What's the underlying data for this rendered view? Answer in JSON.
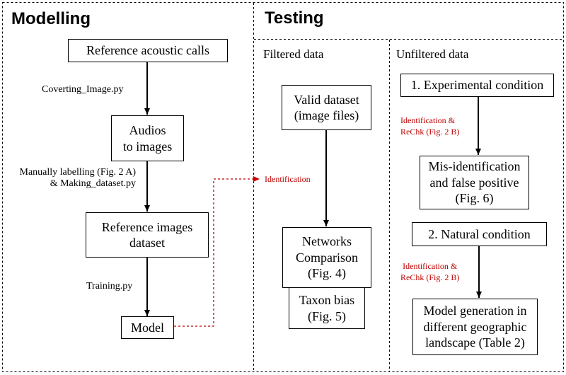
{
  "headers": {
    "modelling": "Modelling",
    "testing": "Testing",
    "filtered": "Filtered data",
    "unfiltered": "Unfiltered data"
  },
  "nodes": {
    "reference_calls": [
      "Reference acoustic calls"
    ],
    "audios_to_images": [
      "Audios",
      "to images"
    ],
    "reference_images_dataset": [
      "Reference images",
      "dataset"
    ],
    "model": [
      "Model"
    ],
    "valid_dataset": [
      "Valid dataset",
      "(image files)"
    ],
    "networks_comparison": [
      "Networks",
      "Comparison",
      "(Fig. 4)"
    ],
    "taxon_bias": [
      "Taxon bias",
      "(Fig. 5)"
    ],
    "experimental_condition": [
      "1. Experimental condition"
    ],
    "misidentification": [
      "Mis-identification",
      "and false positive",
      "(Fig. 6)"
    ],
    "natural_condition": [
      "2. Natural condition"
    ],
    "model_generation": [
      "Model generation in",
      "different geographic",
      "landscape  (Table 2)"
    ]
  },
  "edge_labels": {
    "converting": "Coverting_Image.py",
    "manual_labelling": [
      "Manually labelling (Fig. 2 A)",
      "&  Making_dataset.py"
    ],
    "training": "Training.py",
    "identification_filtered": "Identification",
    "identification_exp": [
      "Identification  &",
      "ReChk (Fig. 2 B)"
    ],
    "identification_nat": [
      "Identification &",
      "ReChk (Fig. 2 B)"
    ]
  },
  "colors": {
    "annotation_red": "#c00000",
    "line": "#000000"
  }
}
